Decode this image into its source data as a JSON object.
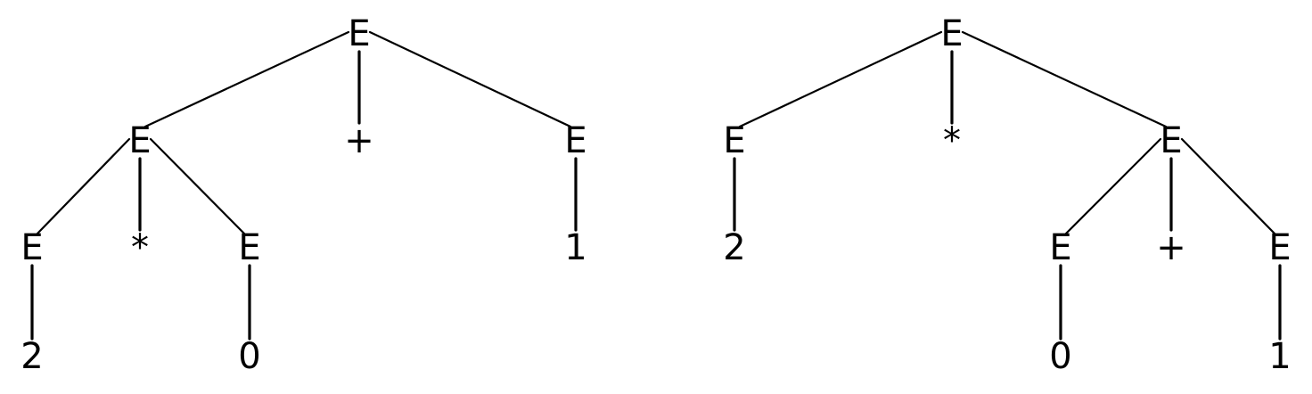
{
  "colors": {
    "background": "#ffffff",
    "ink": "#000000"
  },
  "trees": [
    {
      "nodes": [
        {
          "id": "a",
          "label": "E"
        },
        {
          "id": "b",
          "label": "E"
        },
        {
          "id": "c",
          "label": "+"
        },
        {
          "id": "d",
          "label": "E"
        },
        {
          "id": "e",
          "label": "E"
        },
        {
          "id": "f",
          "label": "*"
        },
        {
          "id": "g",
          "label": "E"
        },
        {
          "id": "h",
          "label": "1"
        },
        {
          "id": "i",
          "label": "2"
        },
        {
          "id": "j",
          "label": "0"
        }
      ],
      "edges": [
        [
          "a",
          "b"
        ],
        [
          "a",
          "c"
        ],
        [
          "a",
          "d"
        ],
        [
          "b",
          "e"
        ],
        [
          "b",
          "f"
        ],
        [
          "b",
          "g"
        ],
        [
          "d",
          "h"
        ],
        [
          "e",
          "i"
        ],
        [
          "g",
          "j"
        ]
      ]
    },
    {
      "nodes": [
        {
          "id": "a",
          "label": "E"
        },
        {
          "id": "b",
          "label": "E"
        },
        {
          "id": "c",
          "label": "*"
        },
        {
          "id": "d",
          "label": "E"
        },
        {
          "id": "e",
          "label": "2"
        },
        {
          "id": "f",
          "label": "E"
        },
        {
          "id": "g",
          "label": "+"
        },
        {
          "id": "h",
          "label": "E"
        },
        {
          "id": "i",
          "label": "0"
        },
        {
          "id": "j",
          "label": "1"
        }
      ],
      "edges": [
        [
          "a",
          "b"
        ],
        [
          "a",
          "c"
        ],
        [
          "a",
          "d"
        ],
        [
          "b",
          "e"
        ],
        [
          "d",
          "f"
        ],
        [
          "d",
          "g"
        ],
        [
          "d",
          "h"
        ],
        [
          "f",
          "i"
        ],
        [
          "h",
          "j"
        ]
      ]
    }
  ]
}
